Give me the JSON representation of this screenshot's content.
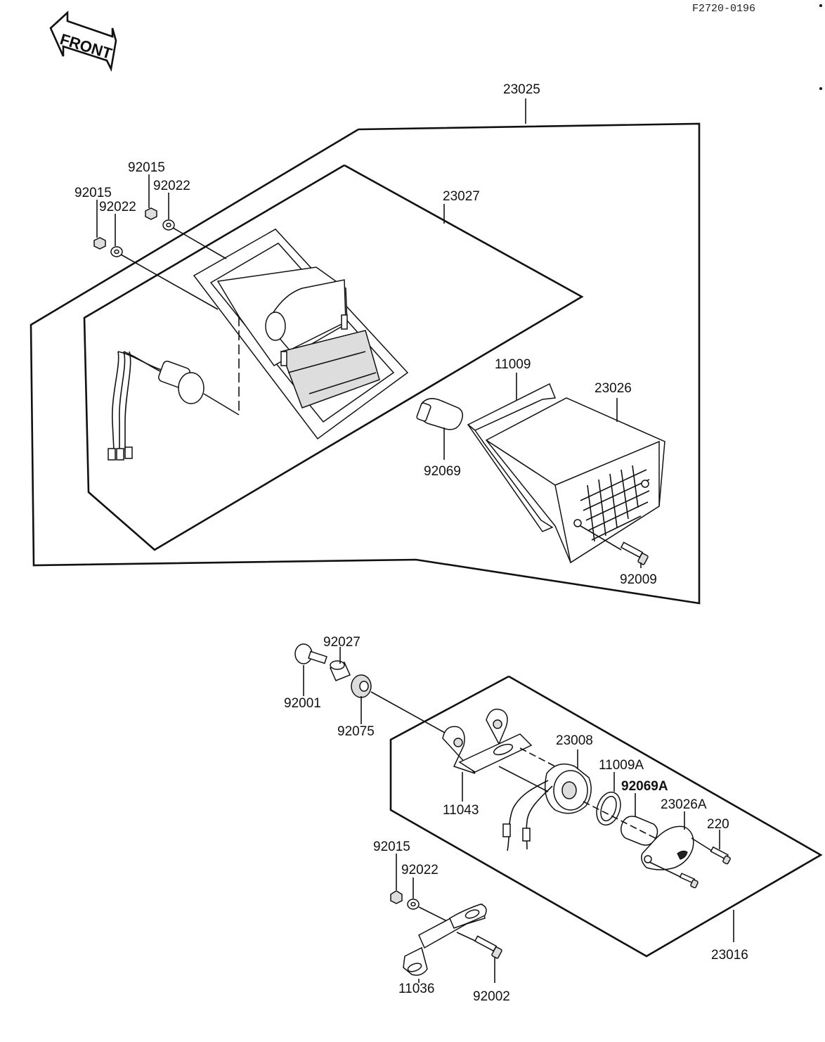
{
  "drawing_code": "F2720-0196",
  "front_arrow_label": "FRONT",
  "labels": {
    "l23025": "23025",
    "l23027": "23027",
    "l92015_a": "92015",
    "l92022_a": "92022",
    "l92015_b": "92015",
    "l92022_b": "92022",
    "l11009": "11009",
    "l23026": "23026",
    "l92069": "92069",
    "l92009": "92009",
    "l92027": "92027",
    "l92001": "92001",
    "l92075": "92075",
    "l23008": "23008",
    "l11009A": "11009A",
    "l92069A": "92069A",
    "l23026A": "23026A",
    "l220": "220",
    "l11043": "11043",
    "l92015_c": "92015",
    "l92022_c": "92022",
    "l23016": "23016",
    "l11036": "11036",
    "l92002": "92002"
  }
}
